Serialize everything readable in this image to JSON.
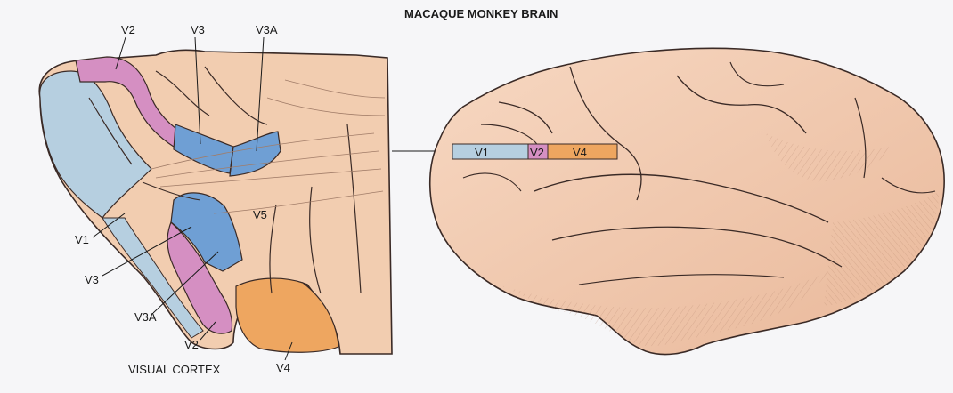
{
  "title": "MACAQUE MONKEY BRAIN",
  "section": {
    "caption": "VISUAL CORTEX",
    "labels": {
      "v2_top": "V2",
      "v3_top": "V3",
      "v3a_top": "V3A",
      "v5": "V5",
      "v1": "V1",
      "v3_bottom": "V3",
      "v3a_bottom": "V3A",
      "v2_bottom": "V2",
      "v4": "V4"
    }
  },
  "brain": {
    "strip": [
      "V1",
      "V2",
      "V4"
    ]
  },
  "colors": {
    "v1": "#b6cfe0",
    "v2": "#d58fc2",
    "v3": "#6f9fd4",
    "v4": "#eea660",
    "tissue": "#f2cdb0",
    "outline": "#3a2a26",
    "background": "#f6f6f8"
  }
}
